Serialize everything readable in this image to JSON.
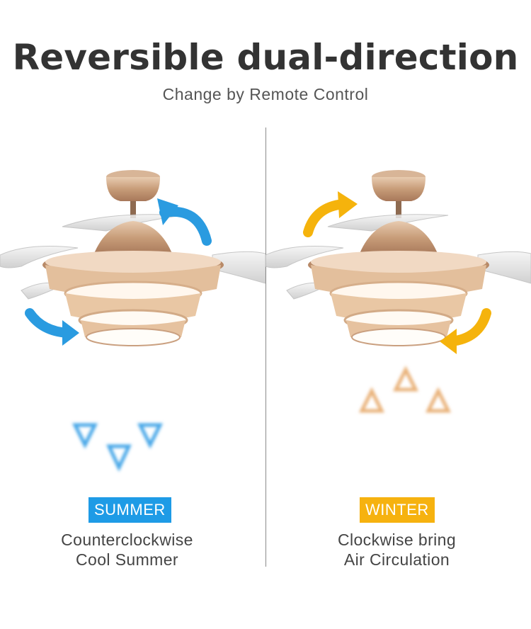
{
  "header": {
    "title": "Reversible dual-direction",
    "subtitle": "Change by Remote Control"
  },
  "modes": [
    {
      "badge": "SUMMER",
      "caption_line1": "Counterclockwise",
      "caption_line2": "Cool Summer",
      "badge_color": "#1e9be6",
      "arrow_color": "#2a9be0",
      "airflow_direction": "down"
    },
    {
      "badge": "WINTER",
      "caption_line1": "Clockwise bring",
      "caption_line2": "Air Circulation",
      "badge_color": "#f6b20f",
      "arrow_color": "#f5b30c",
      "airflow_direction": "up"
    }
  ]
}
